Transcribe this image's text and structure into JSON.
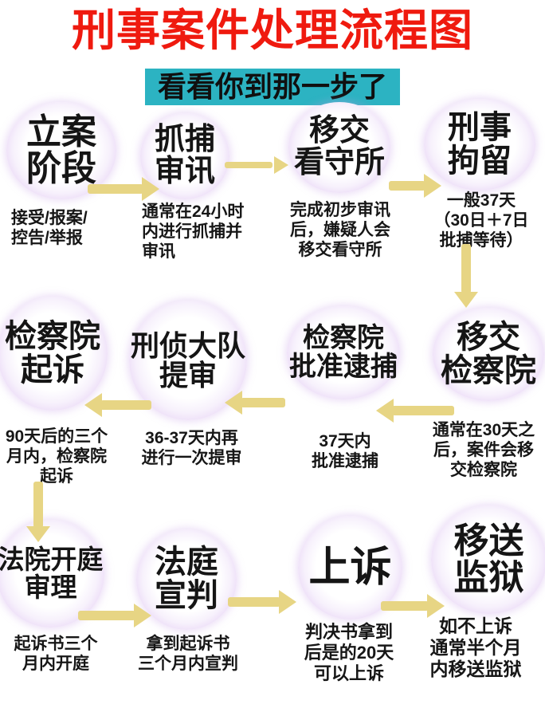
{
  "header": {
    "title": "刑事案件处理流程图",
    "subtitle": "看看你到那一步了"
  },
  "colors": {
    "title_red": "#ef1a0f",
    "subtitle_teal": "#2cb3c2",
    "bubble_rim_purple": "#c498e2",
    "arrow_yellow": "#e7d584",
    "text_black": "#151515"
  },
  "flow": {
    "nodes": [
      {
        "id": "case-filing",
        "label": "立案\n阶段",
        "caption": "接受/报案/\n控告/举报"
      },
      {
        "id": "arrest-interrogation",
        "label": "抓捕\n审讯",
        "caption": "通常在24小时\n内进行抓捕并\n审讯"
      },
      {
        "id": "transfer-detention-center",
        "label": "移交\n看守所",
        "caption": "完成初步审讯\n后，嫌疑人会\n移交看守所"
      },
      {
        "id": "criminal-detention",
        "label": "刑事\n拘留",
        "caption": "一般37天\n（30日＋7日\n批捕等待）"
      },
      {
        "id": "transfer-procuratorate",
        "label": "移交\n检察院",
        "caption": "通常在30天之\n后，案件会移\n交检察院"
      },
      {
        "id": "procuratorate-approve-arrest",
        "label": "检察院\n批准逮捕",
        "caption": "37天内\n批准逮捕"
      },
      {
        "id": "investigation-brigade-interrogation",
        "label": "刑侦大队\n提审",
        "caption": "36-37天内再\n进行一次提审"
      },
      {
        "id": "procuratorate-prosecution",
        "label": "检察院\n起诉",
        "caption": "90天后的三个\n月内，检察院\n起诉"
      },
      {
        "id": "court-hearing",
        "label": "法院开庭\n审理",
        "caption": "起诉书三个\n月内开庭"
      },
      {
        "id": "court-verdict",
        "label": "法庭\n宣判",
        "caption": "拿到起诉书\n三个月内宣判"
      },
      {
        "id": "appeal",
        "label": "上诉",
        "caption": "判决书拿到\n后是的20天\n可以上诉"
      },
      {
        "id": "transfer-prison",
        "label": "移送\n监狱",
        "caption": "如不上诉\n通常半个月\n内移送监狱"
      }
    ]
  }
}
